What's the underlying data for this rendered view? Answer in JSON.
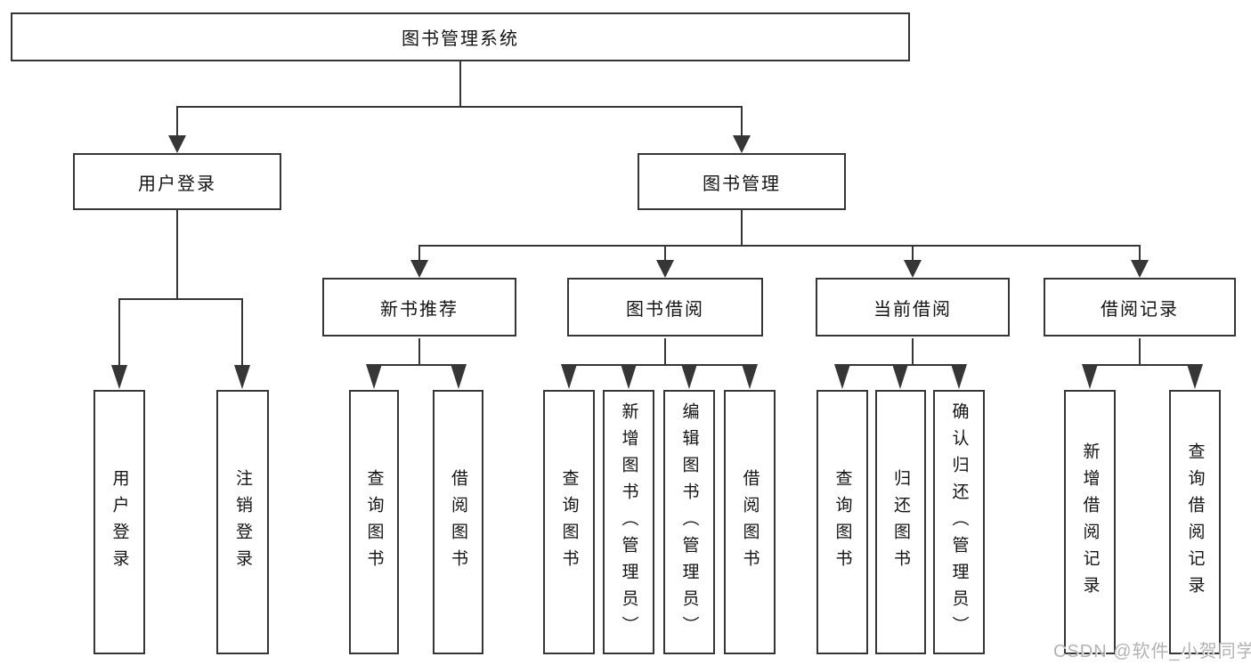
{
  "diagram": {
    "title": "图书管理系统",
    "level2": [
      {
        "label": "用户登录"
      },
      {
        "label": "图书管理"
      }
    ],
    "level3": [
      {
        "label": "新书推荐"
      },
      {
        "label": "图书借阅"
      },
      {
        "label": "当前借阅"
      },
      {
        "label": "借阅记录"
      }
    ],
    "level4": {
      "user_login_children": [
        {
          "label": "用户登录"
        },
        {
          "label": "注销登录"
        }
      ],
      "new_book_children": [
        {
          "label": "查询图书"
        },
        {
          "label": "借阅图书"
        }
      ],
      "book_borrow_children": [
        {
          "label": "查询图书"
        },
        {
          "label": "新增图书（管理员）"
        },
        {
          "label": "编辑图书（管理员）"
        },
        {
          "label": "借阅图书"
        }
      ],
      "current_borrow_children": [
        {
          "label": "查询图书"
        },
        {
          "label": "归还图书"
        },
        {
          "label": "确认归还（管理员）"
        }
      ],
      "record_children": [
        {
          "label": "新增借阅记录"
        },
        {
          "label": "查询借阅记录"
        }
      ]
    },
    "watermark": "CSDN @软件_小贺同学",
    "colors": {
      "line": "#363636",
      "box_border": "#363636",
      "box_fill": "#ffffff",
      "text": "#141414",
      "watermark": "#b3b3b3",
      "background": "#ffffff"
    }
  }
}
